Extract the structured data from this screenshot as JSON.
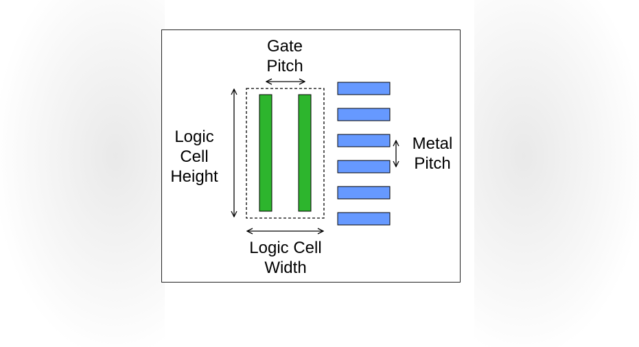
{
  "labels": {
    "gate_pitch": [
      "Gate",
      "Pitch"
    ],
    "logic_cell_height": [
      "Logic",
      "Cell",
      "Height"
    ],
    "metal_pitch": [
      "Metal",
      "Pitch"
    ],
    "logic_cell_width": [
      "Logic Cell",
      "Width"
    ]
  },
  "colors": {
    "gate": "#2db52d",
    "metal": "#6699ff",
    "outline": "#222222"
  }
}
